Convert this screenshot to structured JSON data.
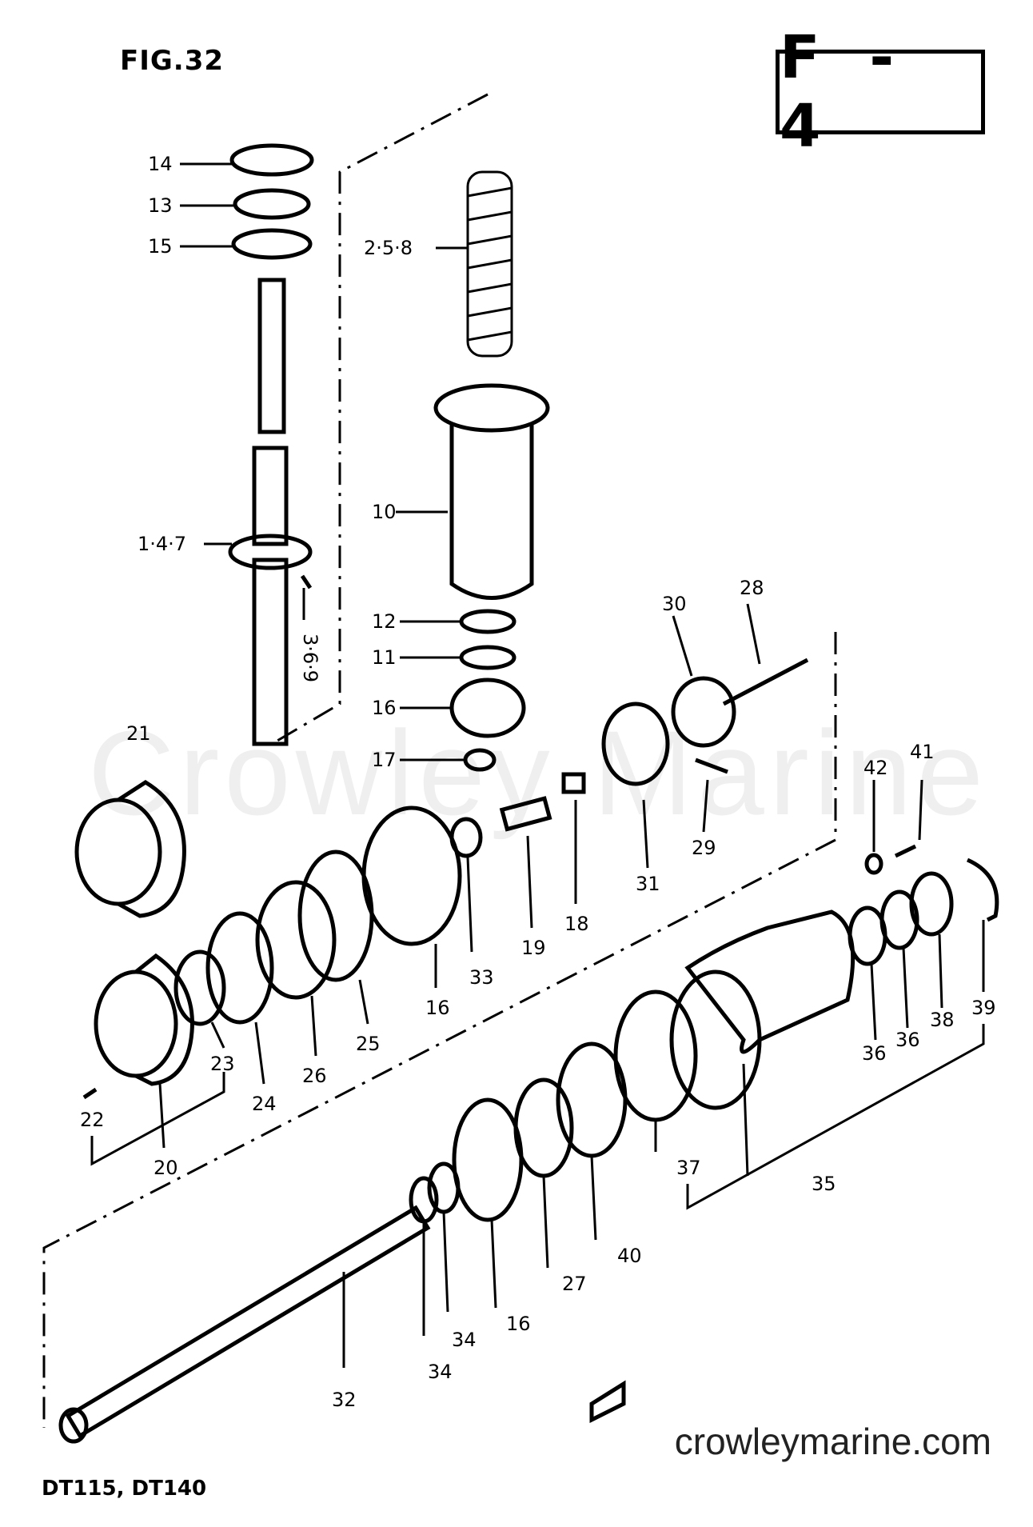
{
  "header": {
    "figure": "FIG.32",
    "section": "F - 4"
  },
  "footer": {
    "models": "DT115, DT140",
    "site": "crowleymarine.com"
  },
  "watermark": "Crowley Marine",
  "callouts": [
    "14",
    "13",
    "15",
    "2·5·8",
    "10",
    "1·4·7",
    "3·6·9",
    "12",
    "11",
    "16",
    "17",
    "21",
    "30",
    "28",
    "31",
    "29",
    "42",
    "41",
    "19",
    "18",
    "33",
    "16",
    "25",
    "26",
    "24",
    "23",
    "22",
    "20",
    "39",
    "38",
    "36",
    "36",
    "37",
    "35",
    "40",
    "27",
    "16",
    "34",
    "34",
    "32"
  ],
  "colors": {
    "ink": "#000000",
    "paper": "#ffffff"
  }
}
